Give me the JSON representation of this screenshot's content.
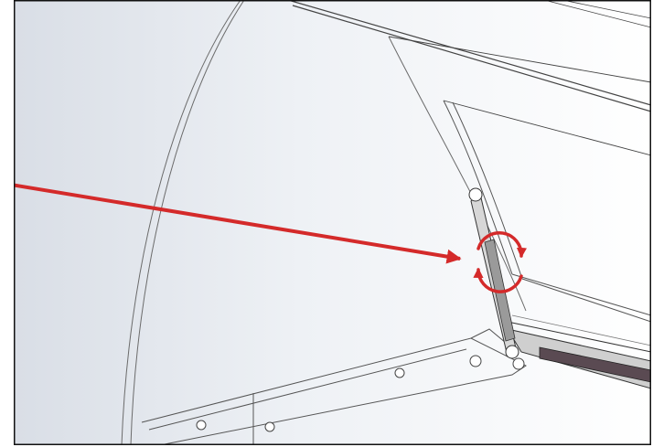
{
  "figure": {
    "kind": "technical-cad-illustration",
    "subject": "gas-spring-strut-on-hinged-cover",
    "callout": {
      "pointer": "red-arrow",
      "marker": "rotate-icon"
    },
    "colors": {
      "accent": "#d42a2a",
      "frame": "#111111",
      "line": "#555555",
      "shade_dark": "#5a4a52"
    }
  }
}
